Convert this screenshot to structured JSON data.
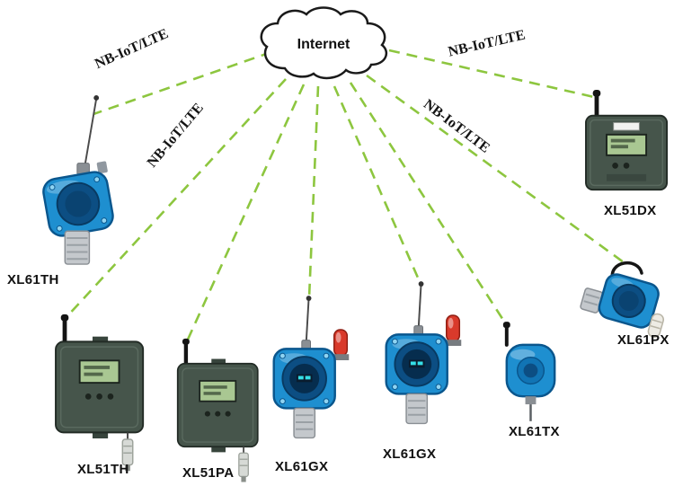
{
  "diagram": {
    "cloud": {
      "label": "Internet",
      "icon": "cloud-icon"
    },
    "colors": {
      "link_green": "#8DC63F",
      "device_blue": "#1E8FD0",
      "device_blue_dark": "#0C4E83",
      "enclosure_dark": "#46554B",
      "lcd_green": "#A9C792",
      "alarm_red": "#D93A2B",
      "steel_gray": "#C4C8CC"
    },
    "links": {
      "top_left": {
        "label": "NB-IoT/LTE"
      },
      "mid_left": {
        "label": "NB-IoT/LTE"
      },
      "mid_right": {
        "label": "NB-IoT/LTE"
      },
      "top_right": {
        "label": "NB-IoT/LTE"
      }
    },
    "devices": {
      "xl61th": {
        "label": "XL61TH"
      },
      "xl51th": {
        "label": "XL51TH"
      },
      "xl51pa": {
        "label": "XL51PA"
      },
      "xl61gx_left": {
        "label": "XL61GX"
      },
      "xl61gx_right": {
        "label": "XL61GX"
      },
      "xl61tx": {
        "label": "XL61TX"
      },
      "xl61px": {
        "label": "XL61PX"
      },
      "xl51dx": {
        "label": "XL51DX"
      }
    }
  }
}
